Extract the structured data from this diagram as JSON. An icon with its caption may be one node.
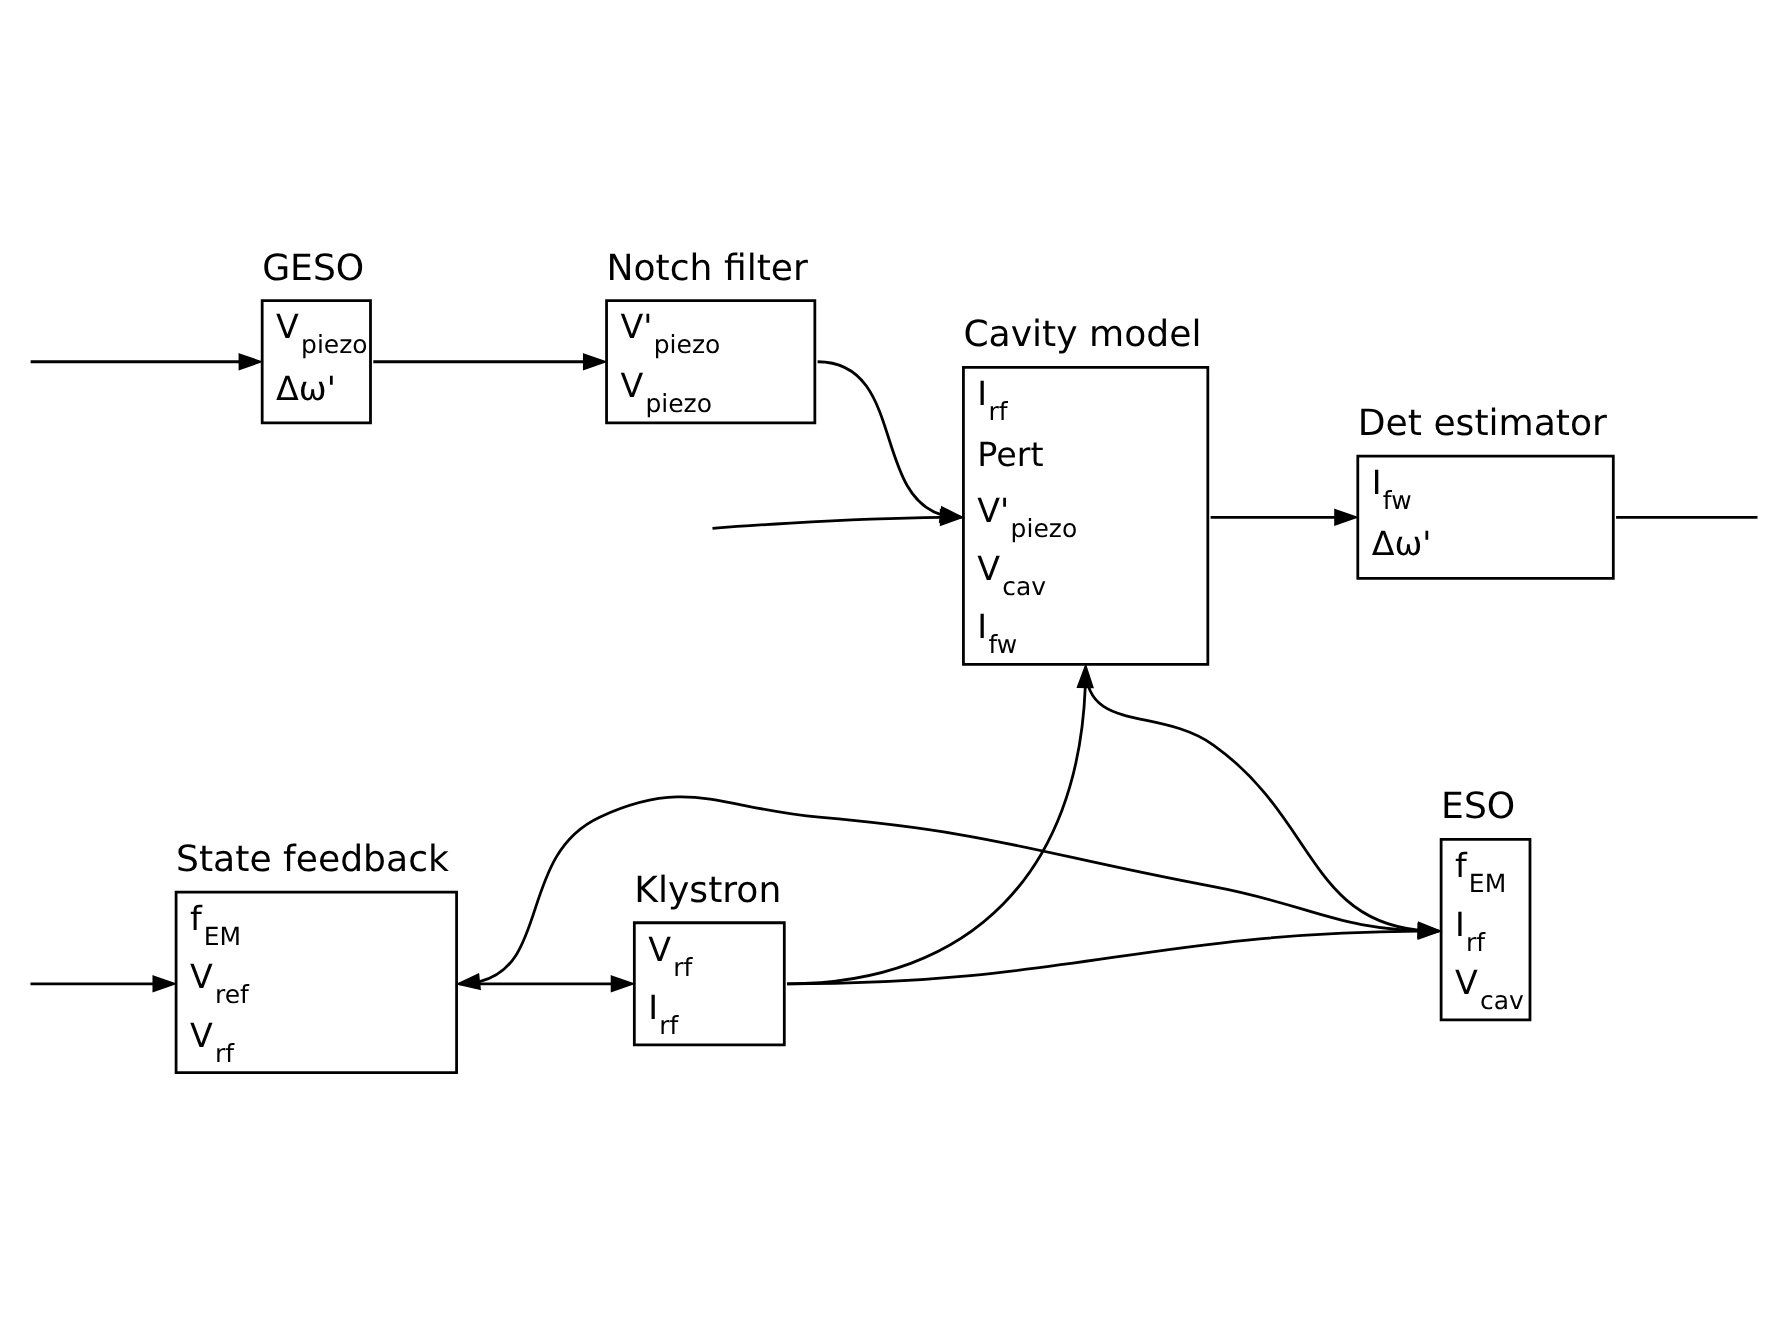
{
  "diagram": {
    "nodes": [
      {
        "text": [
          "ESO",
          "f$_{EM}$",
          "I$_{rf}$",
          "V$_{cav}$"
        ]
      },
      {
        "text": [
          "State feedback",
          "f$_{EM}$",
          "V$_{ref}$",
          "V$_{rf}$"
        ]
      },
      {
        "text": [
          "Klystron",
          "V$_{rf}$",
          "I$_{rf}$"
        ]
      },
      {
        "text": [
          "Cavity model",
          "I$_{rf}$",
          "Pert",
          "V'$_{piezo}$",
          "V$_{cav}$",
          "I$_{fw}$"
        ]
      },
      {
        "text": [
          "Det estimator",
          "I$_{fw}$",
          "Δω'"
        ]
      },
      {
        "text": [
          "Notch filter",
          "V'$_{piezo}$",
          "V$_{piezo}$"
        ]
      },
      {
        "text": [
          "GESO",
          "V$_{piezo}$",
          "Δω'"
        ]
      }
    ],
    "edges": [
      {
        "from": 0,
        "to": 1,
        "arrow": "to"
      },
      {
        "from": null,
        "to": 1,
        "arrow": "to"
      },
      {
        "from": 1,
        "to": 2,
        "arrow": "to"
      },
      {
        "from": 2,
        "to": 3,
        "arrow": "to"
      },
      {
        "from": 2,
        "to": 0,
        "arrow": "to"
      },
      {
        "from": 3,
        "to": 0,
        "arrow": "to"
      },
      {
        "from": null,
        "to": 3,
        "arrow": "to"
      },
      {
        "from": 3,
        "to": 4,
        "arrow": "to"
      },
      {
        "from": 4,
        "to": null,
        "arrow": "none"
      },
      {
        "from": null,
        "to": 6,
        "arrow": "to"
      },
      {
        "from": 6,
        "to": 5,
        "arrow": "to"
      },
      {
        "from": 5,
        "to": 3,
        "arrow": "to"
      }
    ]
  }
}
